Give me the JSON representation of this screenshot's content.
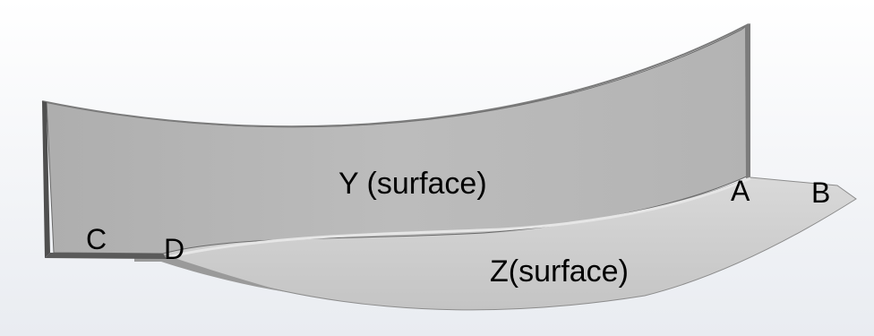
{
  "labels": {
    "surface_y": "Y (surface)",
    "surface_z": "Z(surface)",
    "point_a": "A",
    "point_b": "B",
    "point_c": "C",
    "point_d": "D"
  },
  "colors": {
    "background_top": "#ffffff",
    "background_bottom": "#e9ecf1",
    "wall_face": "#b7b7b7",
    "wall_edge": "#5c5c5c",
    "floor_face": "#cfcfcf",
    "floor_shadow": "#9a9a9a",
    "label": "#000000"
  }
}
